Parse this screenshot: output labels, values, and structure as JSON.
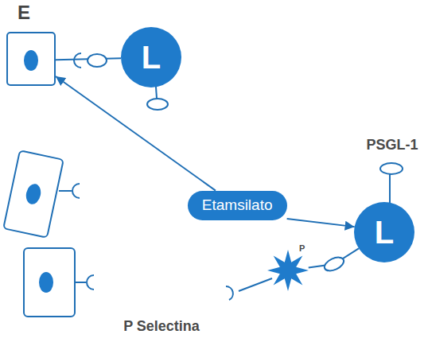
{
  "diagram": {
    "nodes": [
      {
        "text": [
          "E"
        ]
      },
      {
        "text": [
          "L"
        ]
      },
      {
        "text": [
          "Etamsilato"
        ]
      },
      {
        "text": [
          "L"
        ]
      },
      {
        "text": [
          "P"
        ]
      }
    ],
    "edges": [
      {
        "from": 1,
        "to": 0,
        "arrow": "none"
      },
      {
        "from": 2,
        "to": 0,
        "arrow": "to"
      },
      {
        "from": 2,
        "to": 3,
        "arrow": "to"
      },
      {
        "from": 4,
        "to": 3,
        "arrow": "none"
      }
    ],
    "labels": [
      "PSGL-1",
      "P Selectina"
    ]
  }
}
